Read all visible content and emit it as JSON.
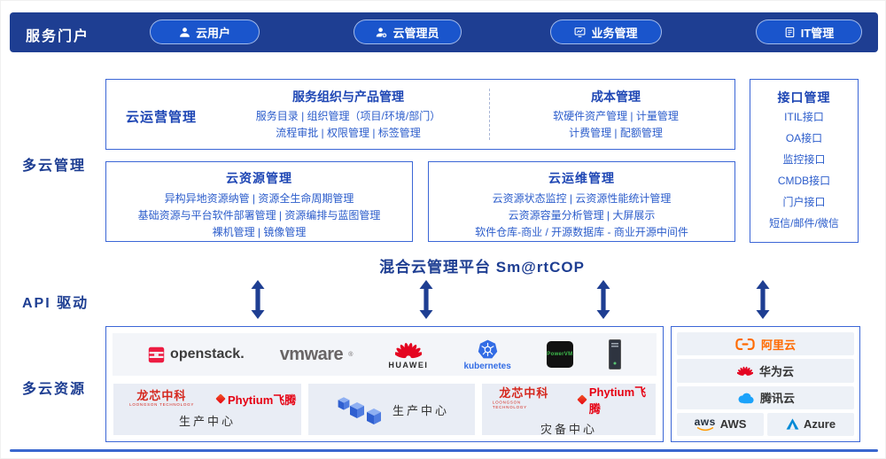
{
  "colors": {
    "primary_blue": "#1e3e92",
    "pill_blue": "#1a55cc",
    "box_border_blue": "#3b66d6",
    "item_text_blue": "#2b5ccb",
    "heading_blue": "#1e46b4",
    "alibaba_orange": "#ff6a00",
    "huawei_red": "#e40521",
    "kubernetes_blue": "#326ce5"
  },
  "portal": {
    "label": "服务门户",
    "pills": [
      {
        "label": "云用户",
        "icon": "user-icon"
      },
      {
        "label": "云管理员",
        "icon": "admin-user-icon"
      },
      {
        "label": "业务管理",
        "icon": "business-management-icon"
      },
      {
        "label": "IT管理",
        "icon": "it-management-icon"
      }
    ]
  },
  "management": {
    "label": "多云管理",
    "operation": {
      "title": "云运营管理",
      "groups": [
        {
          "title": "服务组织与产品管理",
          "lines": [
            "服务目录 | 组织管理（项目/环境/部门）",
            "流程审批 | 权限管理 | 标签管理"
          ]
        },
        {
          "title": "成本管理",
          "lines": [
            "软硬件资产管理 | 计量管理",
            "计费管理 | 配额管理"
          ]
        }
      ]
    },
    "resource": {
      "title": "云资源管理",
      "lines": [
        "异构异地资源纳管 | 资源全生命周期管理",
        "基础资源与平台软件部署管理 | 资源编排与蓝图管理",
        "裸机管理 | 镜像管理"
      ]
    },
    "ops": {
      "title": "云运维管理",
      "lines": [
        "云资源状态监控 | 云资源性能统计管理",
        "云资源容量分析管理 | 大屏展示",
        "软件仓库-商业 / 开源数据库 - 商业开源中间件"
      ]
    },
    "interface": {
      "title": "接口管理",
      "items": [
        "ITIL接口",
        "OA接口",
        "监控接口",
        "CMDB接口",
        "门户接口",
        "短信/邮件/微信"
      ]
    },
    "platform_title": "混合云管理平台 Sm@rtCOP"
  },
  "api_layer": {
    "label": "API 驱动"
  },
  "resources": {
    "label": "多云资源",
    "vendors": [
      {
        "label": "openstack.",
        "icon": "openstack-logo"
      },
      {
        "label": "vmware",
        "reg": "®",
        "icon": "vmware-logo"
      },
      {
        "label": "HUAWEI",
        "icon": "huawei-logo"
      },
      {
        "label": "kubernetes",
        "icon": "kubernetes-logo"
      },
      {
        "label": "PowerVM",
        "icon": "powervm-logo"
      },
      {
        "label": "",
        "icon": "server-icon"
      }
    ],
    "centers": [
      {
        "label": "生产中心",
        "brands": [
          "龙芯中科",
          "Phytium飞腾"
        ],
        "brand_sub": "LOONGSON TECHNOLOGY"
      },
      {
        "label": "生产中心",
        "brands": [],
        "icon": "cubes-icon"
      },
      {
        "label": "灾备中心",
        "brands": [
          "龙芯中科",
          "Phytium飞腾"
        ],
        "brand_sub": "LOONGSON TECHNOLOGY"
      }
    ],
    "clouds": [
      {
        "label": "阿里云",
        "icon": "alibaba-cloud-icon"
      },
      {
        "label": "华为云",
        "icon": "huawei-cloud-icon"
      },
      {
        "label": "腾讯云",
        "icon": "tencent-cloud-icon"
      },
      {
        "label": "AWS",
        "logo_text": "aws",
        "icon": "aws-logo"
      },
      {
        "label": "Azure",
        "icon": "azure-logo"
      }
    ]
  }
}
